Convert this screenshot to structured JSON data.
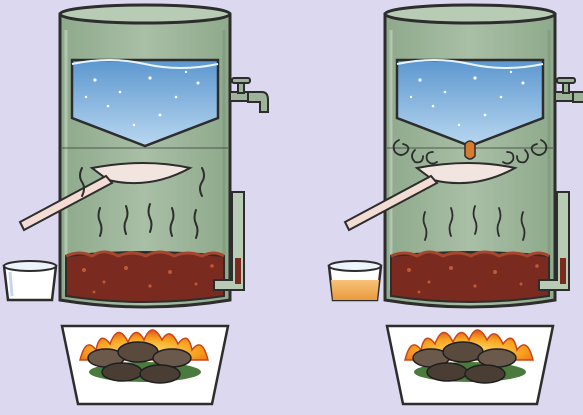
{
  "colors": {
    "background": "#dcd8ef",
    "vessel": "#9db39a",
    "water": "#7fb1dd",
    "mash": "#7a2a1e",
    "flame": "#f6a21e",
    "collected_liquid": "#f0b25a"
  },
  "panels": [
    {
      "stage": "before",
      "collecting_cup": "empty",
      "vapour": "straight-wisps"
    },
    {
      "stage": "after",
      "collecting_cup": "filled",
      "vapour": "swirling-condensing"
    }
  ]
}
